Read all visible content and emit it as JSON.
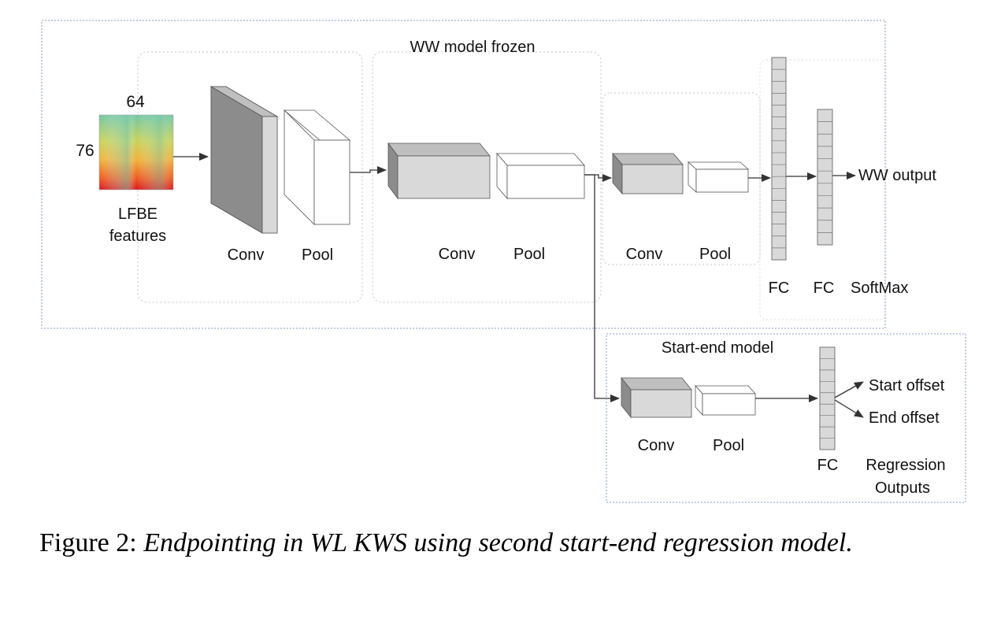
{
  "diagram": {
    "input": {
      "dim_top": "64",
      "dim_left": "76",
      "label_line1": "LFBE",
      "label_line2": "features"
    },
    "frozen_title": "WW model frozen",
    "stage1": {
      "conv": "Conv",
      "pool": "Pool"
    },
    "stage2": {
      "conv": "Conv",
      "pool": "Pool"
    },
    "stage3": {
      "conv": "Conv",
      "pool": "Pool"
    },
    "fc1": "FC",
    "fc2": "FC",
    "softmax": "SoftMax",
    "ww_output": "WW output",
    "start_end": {
      "title": "Start-end model",
      "conv": "Conv",
      "pool": "Pool",
      "fc": "FC",
      "start_offset": "Start offset",
      "end_offset": "End offset",
      "regression_line1": "Regression",
      "regression_line2": "Outputs"
    }
  },
  "caption": {
    "prefix": "Figure 2:",
    "body": "Endpointing in WL KWS using second start-end regression model."
  },
  "colors": {
    "box_border_blue": "#9fb0d6",
    "group_border_gray": "#c8c8c8",
    "block_front": "#d9d9d9",
    "block_side": "#8c8c8c",
    "arrow": "#333333"
  }
}
